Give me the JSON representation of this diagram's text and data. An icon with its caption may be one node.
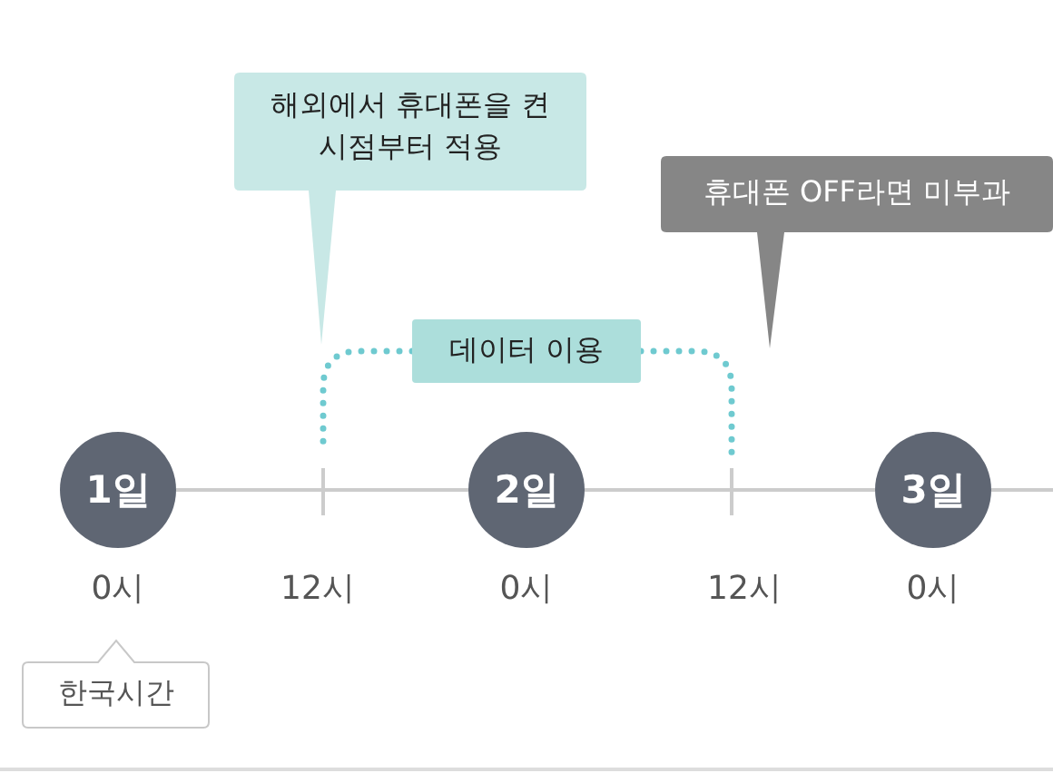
{
  "diagram": {
    "nodes": [
      {
        "text": [
          "1일"
        ]
      },
      {
        "text": [
          "2일"
        ]
      },
      {
        "text": [
          "3일"
        ]
      },
      {
        "text": [
          "해외에서 휴대폰을 켠 시점부터 적용"
        ]
      },
      {
        "text": [
          "휴대폰 OFF라면 미부과"
        ]
      },
      {
        "text": [
          "데이터 이용"
        ]
      },
      {
        "text": [
          "한국시간"
        ]
      }
    ],
    "edges": [
      {
        "from": 0,
        "to": 1,
        "arrow": "none"
      },
      {
        "from": 1,
        "to": 2,
        "arrow": "none"
      },
      {
        "from": 2,
        "to": null,
        "arrow": "none"
      },
      {
        "from": 5,
        "to": null,
        "arrow": "none",
        "style": "dashed",
        "color": "#6fcad0"
      },
      {
        "from": 5,
        "to": null,
        "arrow": "none",
        "style": "dashed",
        "color": "#6fcad0"
      }
    ],
    "labels": [
      "0시",
      "12시",
      "0시",
      "12시",
      "0시"
    ]
  }
}
